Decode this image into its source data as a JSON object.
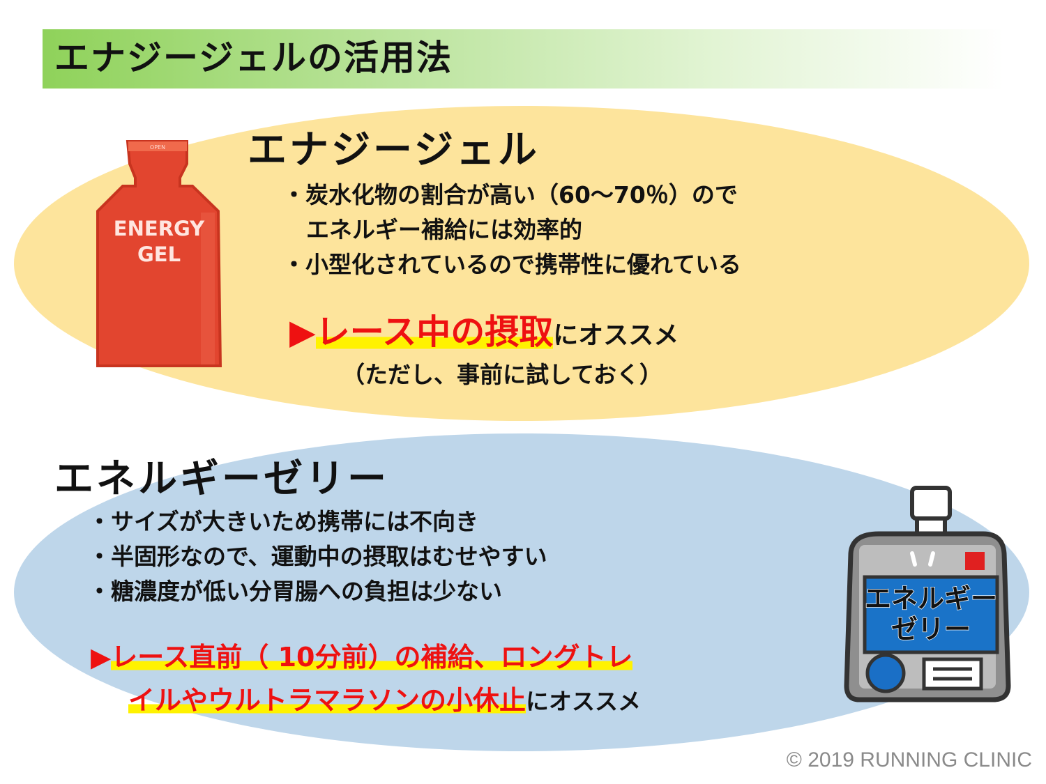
{
  "title": "エナジージェルの活用法",
  "energy_gel": {
    "heading": "エナジージェル",
    "bullets": [
      "・炭水化物の割合が高い（60～70％）ので",
      "エネルギー補給には効率的",
      "・小型化されているので携帯性に優れている"
    ],
    "recommendation": {
      "arrow": "▶",
      "highlight": "レース中の摂取",
      "suffix": "にオススメ"
    },
    "note": "（ただし、事前に試しておく）",
    "illustration": {
      "label_line1": "ENERGY",
      "label_line2": "GEL",
      "cap_text": "OPEN"
    }
  },
  "energy_jelly": {
    "heading": "エネルギーゼリー",
    "bullets": [
      "・サイズが大きいため携帯には不向き",
      "・半固形なので、運動中の摂取はむせやすい",
      "・糖濃度が低い分胃腸への負担は少ない"
    ],
    "recommendation": {
      "arrow": "▶",
      "highlight_line1": "レース直前（ 10分前）の補給、ロングトレ",
      "highlight_line2": "イルやウルトラマラソンの小休止",
      "suffix": "にオススメ"
    },
    "illustration": {
      "label_line1": "エネルギー",
      "label_line2": "ゼリー"
    }
  },
  "copyright": "© 2019 RUNNING CLINIC",
  "colors": {
    "title_green": "#8fd25a",
    "gel_ellipse": "#fde49c",
    "jelly_ellipse": "#bed6ea",
    "accent_red": "#ee1111",
    "highlight_yellow": "#fff200",
    "gel_red": "#e2452f",
    "jelly_blue": "#1a73c8"
  }
}
